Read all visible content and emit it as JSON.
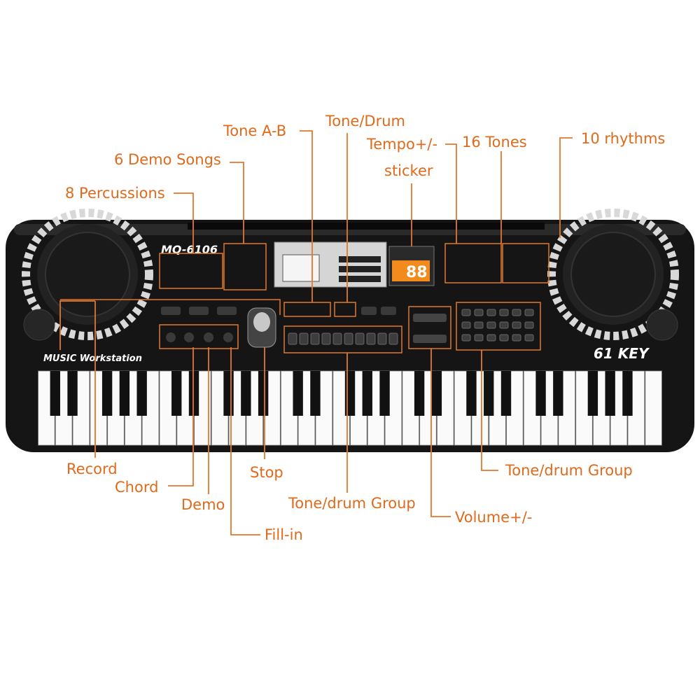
{
  "labels": {
    "tone_drum": "Tone/Drum",
    "tone_ab": "Tone A-B",
    "tempo": "Tempo+/-",
    "sixteen_tones": "16 Tones",
    "ten_rhythms": "10 rhythms",
    "demo_songs": "6 Demo Songs",
    "sticker": "sticker",
    "percussions": "8 Percussions",
    "record": "Record",
    "chord": "Chord",
    "demo": "Demo",
    "fill_in": "Fill-in",
    "stop": "Stop",
    "tone_drum_group_center": "Tone/drum Group",
    "tone_drum_group_right": "Tone/drum Group",
    "volume": "Volume+/-"
  },
  "keyboard": {
    "model": "MQ-6106",
    "brand": "MUSIC Workstation",
    "key_badge": "61 KEY",
    "display_digits": "88",
    "white_key_count": 36,
    "black_key_pattern": [
      1,
      1,
      0,
      1,
      1,
      1,
      0
    ]
  },
  "colors": {
    "label": "#e06a1b",
    "body": "#151515",
    "panel_line": "#e0782a",
    "display": "#f28a1e"
  }
}
